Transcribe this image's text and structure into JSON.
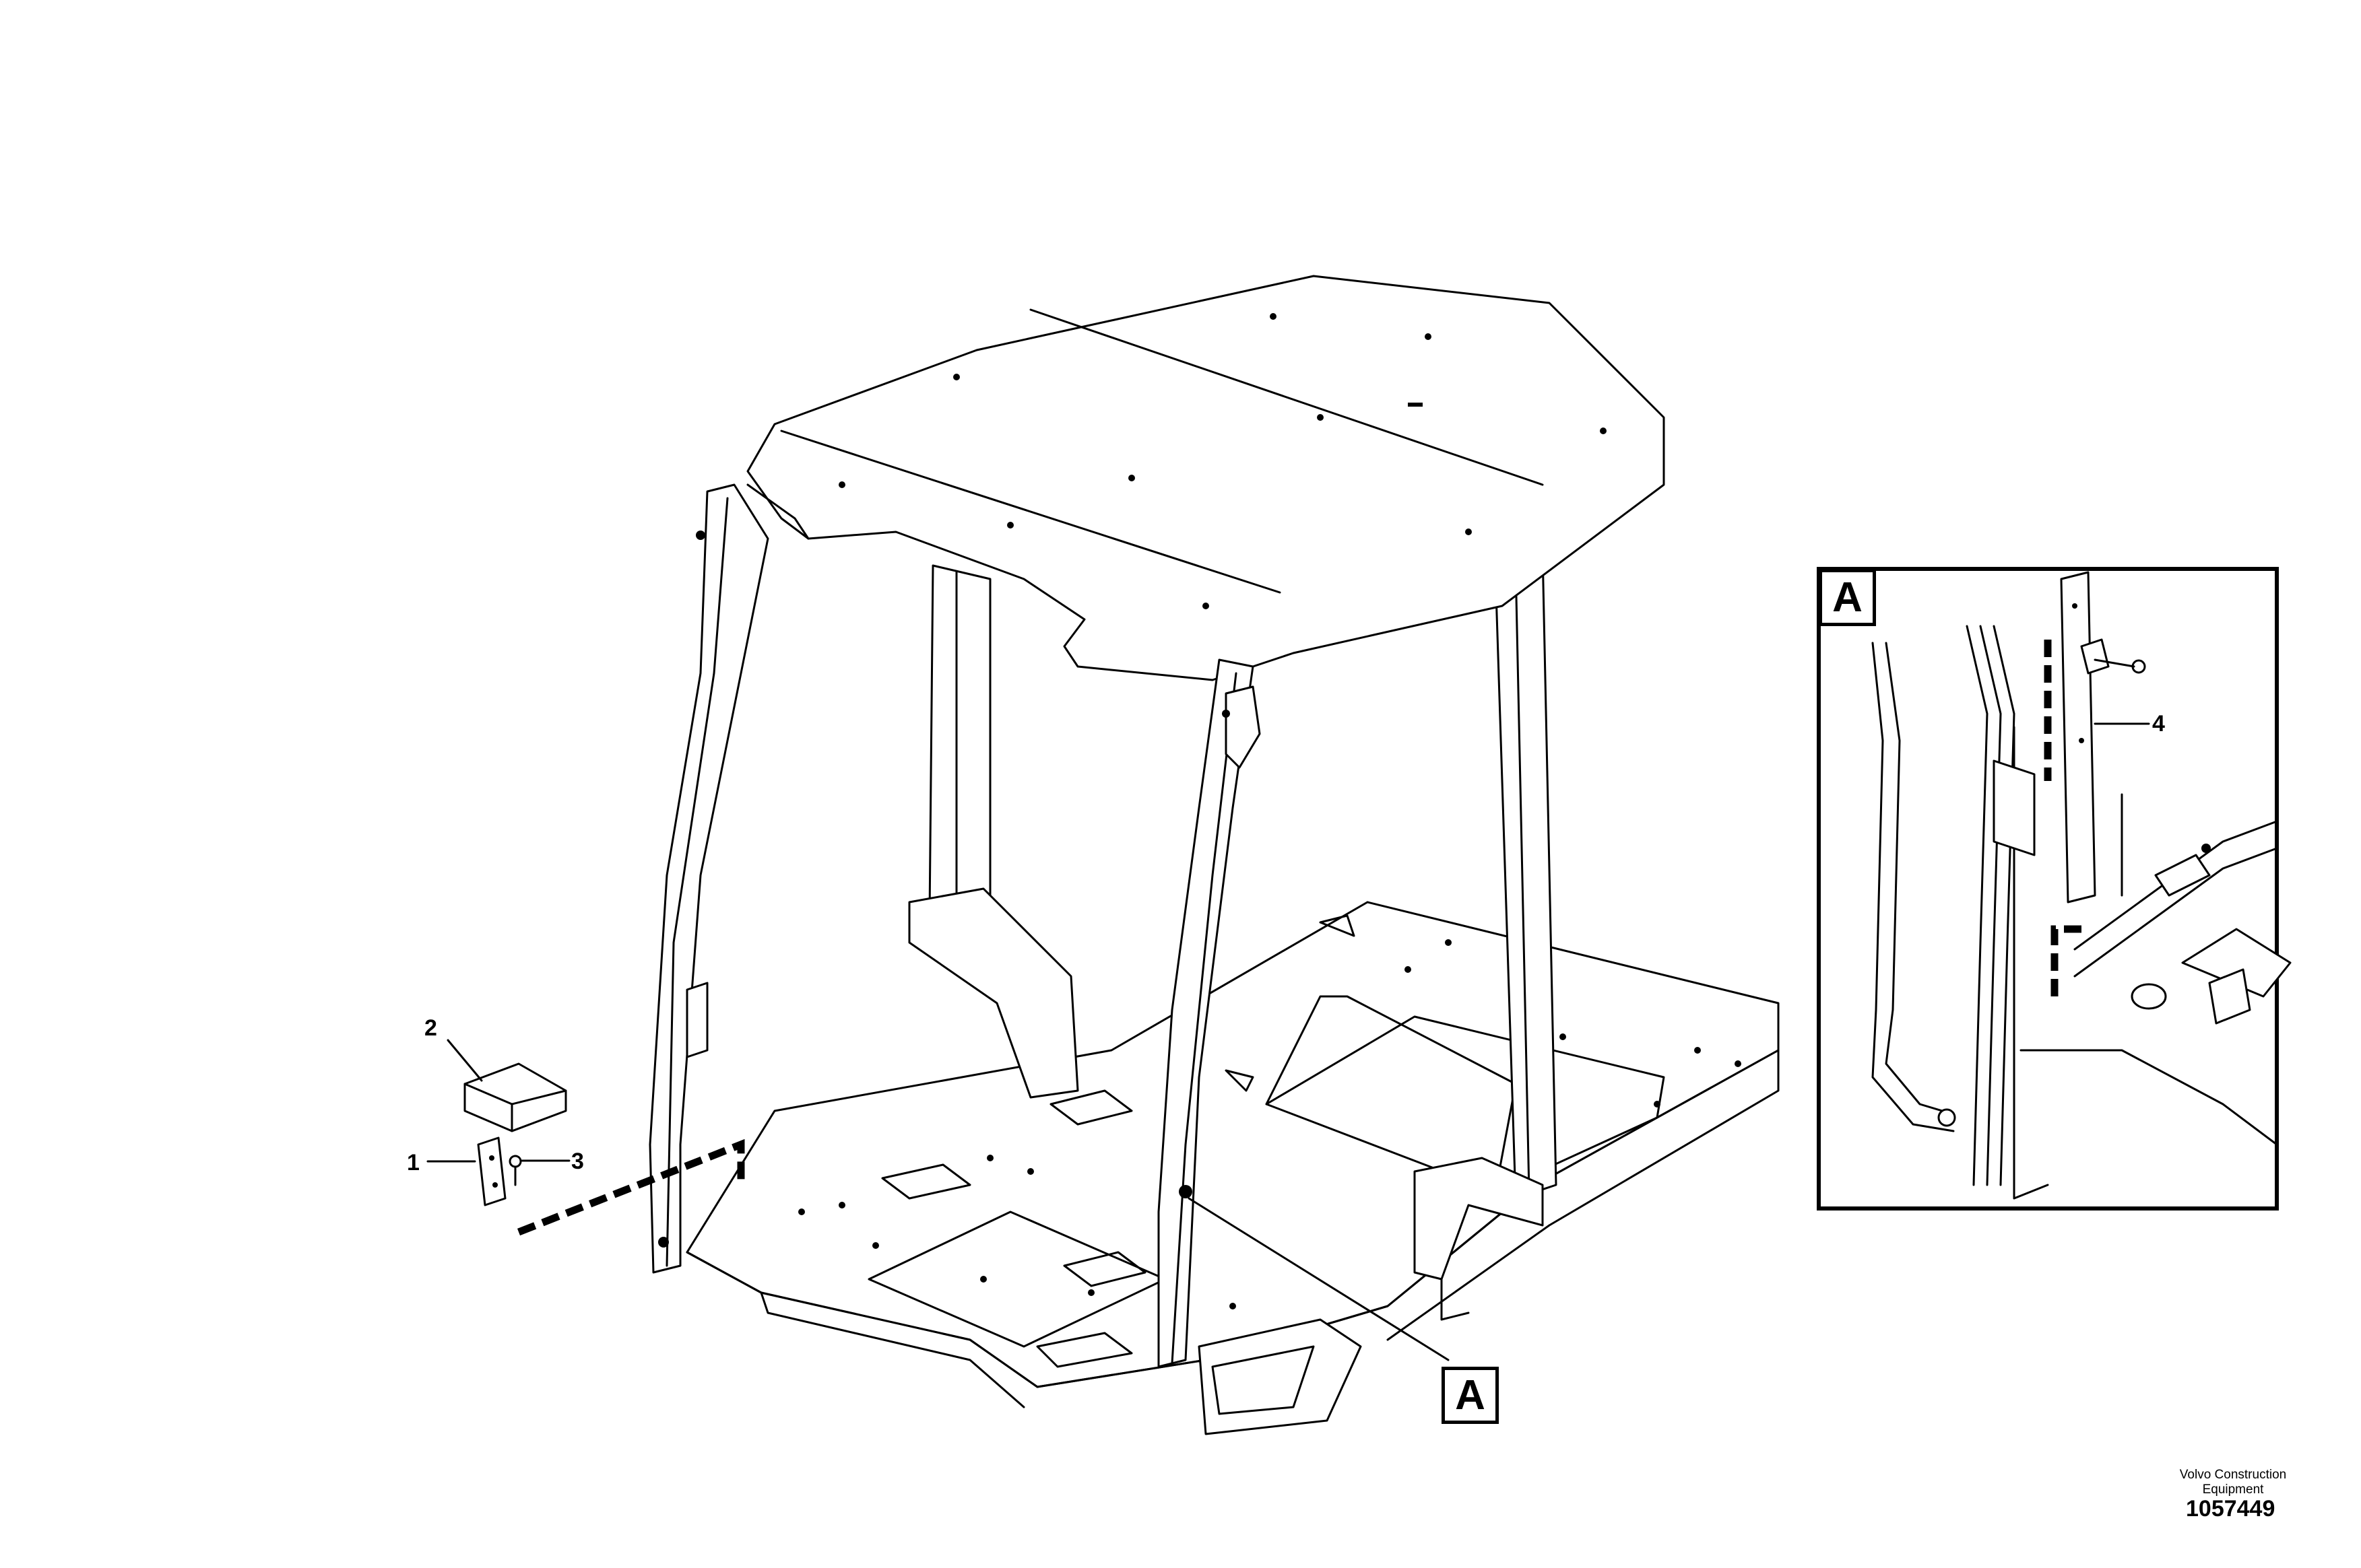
{
  "callouts": {
    "one": "1",
    "two": "2",
    "three": "3",
    "four": "4"
  },
  "detail_view": {
    "label": "A"
  },
  "main_view": {
    "detail_reference": "A"
  },
  "footer": {
    "company": "Volvo Construction Equipment",
    "drawing_number": "1057449"
  }
}
